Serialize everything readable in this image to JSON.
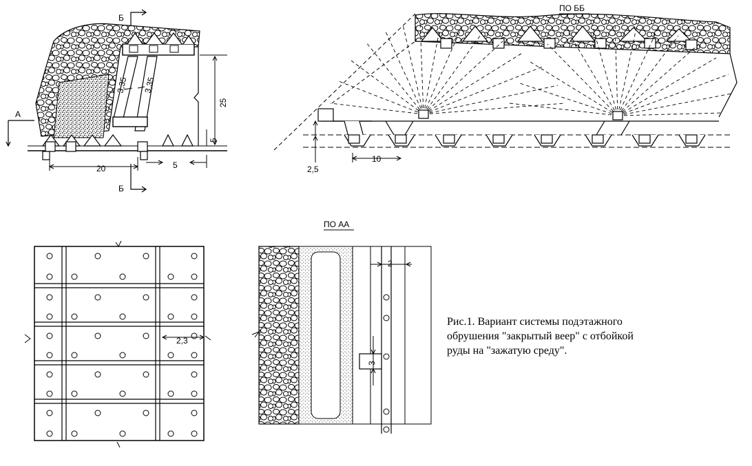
{
  "colors": {
    "ink": "#000000",
    "paper": "#ffffff"
  },
  "labels": {
    "section_b_top": "Б",
    "section_b_bottom": "Б",
    "section_a": "А",
    "dim_335_a": "3,35",
    "dim_335_b": "3,35",
    "dim_25": "25",
    "dim_5_vertical": "5",
    "dim_20": "20",
    "dim_5_horizontal": "5",
    "section_bb_title": "ПО ББ",
    "dim_25_small": "2,5",
    "dim_10": "10",
    "section_aa_title": "ПО АА",
    "dim_2": "2",
    "dim_3": "3",
    "dim_23": "2,3"
  },
  "caption": {
    "lines": [
      "Рис.1. Вариант системы подэтажного",
      "обрушения \"закрытый веер\" с отбойкой",
      "руды на \"зажатую среду\"."
    ]
  }
}
